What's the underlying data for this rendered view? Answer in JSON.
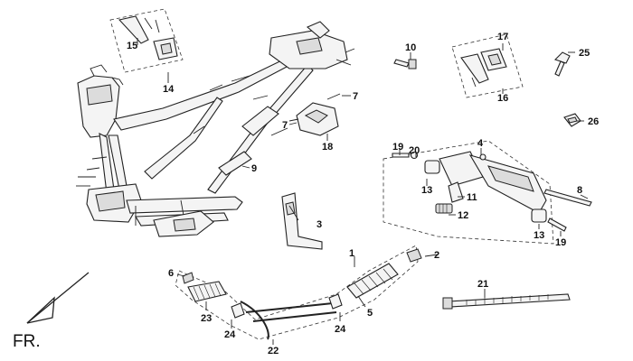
{
  "diagram": {
    "orientation_label": "FR.",
    "callouts": [
      {
        "id": "c1",
        "label": "1"
      },
      {
        "id": "c2",
        "label": "2"
      },
      {
        "id": "c3",
        "label": "3"
      },
      {
        "id": "c4",
        "label": "4"
      },
      {
        "id": "c5",
        "label": "5"
      },
      {
        "id": "c6",
        "label": "6"
      },
      {
        "id": "c7",
        "label": "7"
      },
      {
        "id": "c7b",
        "label": "7"
      },
      {
        "id": "c8",
        "label": "8"
      },
      {
        "id": "c9",
        "label": "9"
      },
      {
        "id": "c10",
        "label": "10"
      },
      {
        "id": "c11",
        "label": "11"
      },
      {
        "id": "c12",
        "label": "12"
      },
      {
        "id": "c13a",
        "label": "13"
      },
      {
        "id": "c13b",
        "label": "13"
      },
      {
        "id": "c14",
        "label": "14"
      },
      {
        "id": "c15",
        "label": "15"
      },
      {
        "id": "c16",
        "label": "16"
      },
      {
        "id": "c17",
        "label": "17"
      },
      {
        "id": "c18",
        "label": "18"
      },
      {
        "id": "c19a",
        "label": "19"
      },
      {
        "id": "c19b",
        "label": "19"
      },
      {
        "id": "c20",
        "label": "20"
      },
      {
        "id": "c21",
        "label": "21"
      },
      {
        "id": "c22",
        "label": "22"
      },
      {
        "id": "c23",
        "label": "23"
      },
      {
        "id": "c24a",
        "label": "24"
      },
      {
        "id": "c24b",
        "label": "24"
      },
      {
        "id": "c25",
        "label": "25"
      },
      {
        "id": "c26",
        "label": "26"
      }
    ]
  }
}
